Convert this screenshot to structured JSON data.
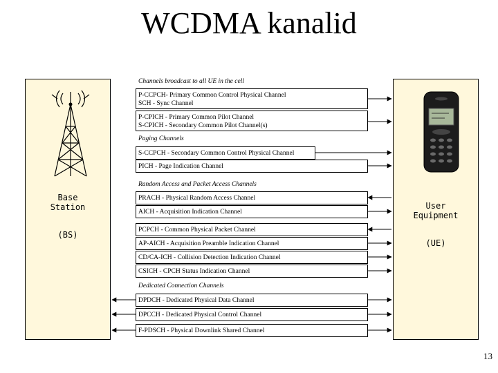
{
  "title": "WCDMA kanalid",
  "page_number": "13",
  "base_station": {
    "name": "Base\nStation",
    "abbr": "(BS)"
  },
  "user_equipment": {
    "name": "User\nEquipment",
    "abbr": "(UE)"
  },
  "groups": {
    "broadcast": "Channels broadcast to all UE in the cell",
    "paging": "Paging Channels",
    "random_access": "Random Access and Packet Access Channels",
    "dedicated": "Dedicated Connection Channels"
  },
  "channels": {
    "pccpch_sch": "P-CCPCH- Primary Common Control Physical Channel\nSCH - Sync Channel",
    "cpich": "P-CPICH - Primary Common Pilot Channel\nS-CPICH - Secondary Common Pilot Channel(s)",
    "sccpch": "S-CCPCH - Secondary Common Control Physical Channel",
    "pich": "PICH - Page Indication Channel",
    "prach": "PRACH - Physical Random Access Channel",
    "aich": "AICH - Acquisition Indication Channel",
    "pcpch": "PCPCH - Common Physical Packet Channel",
    "ap_aich": "AP-AICH - Acquisition Preamble Indication Channel",
    "cd_ca_ich": "CD/CA-ICH - Collision Detection Indication Channel",
    "csich": "CSICH - CPCH Status Indication Channel",
    "dpdch": "DPDCH - Dedicated Physical Data Channel",
    "dpcch": "DPCCH - Dedicated Physical Control Channel",
    "pdsch": "F-PDSCH - Physical Downlink Shared Channel"
  }
}
